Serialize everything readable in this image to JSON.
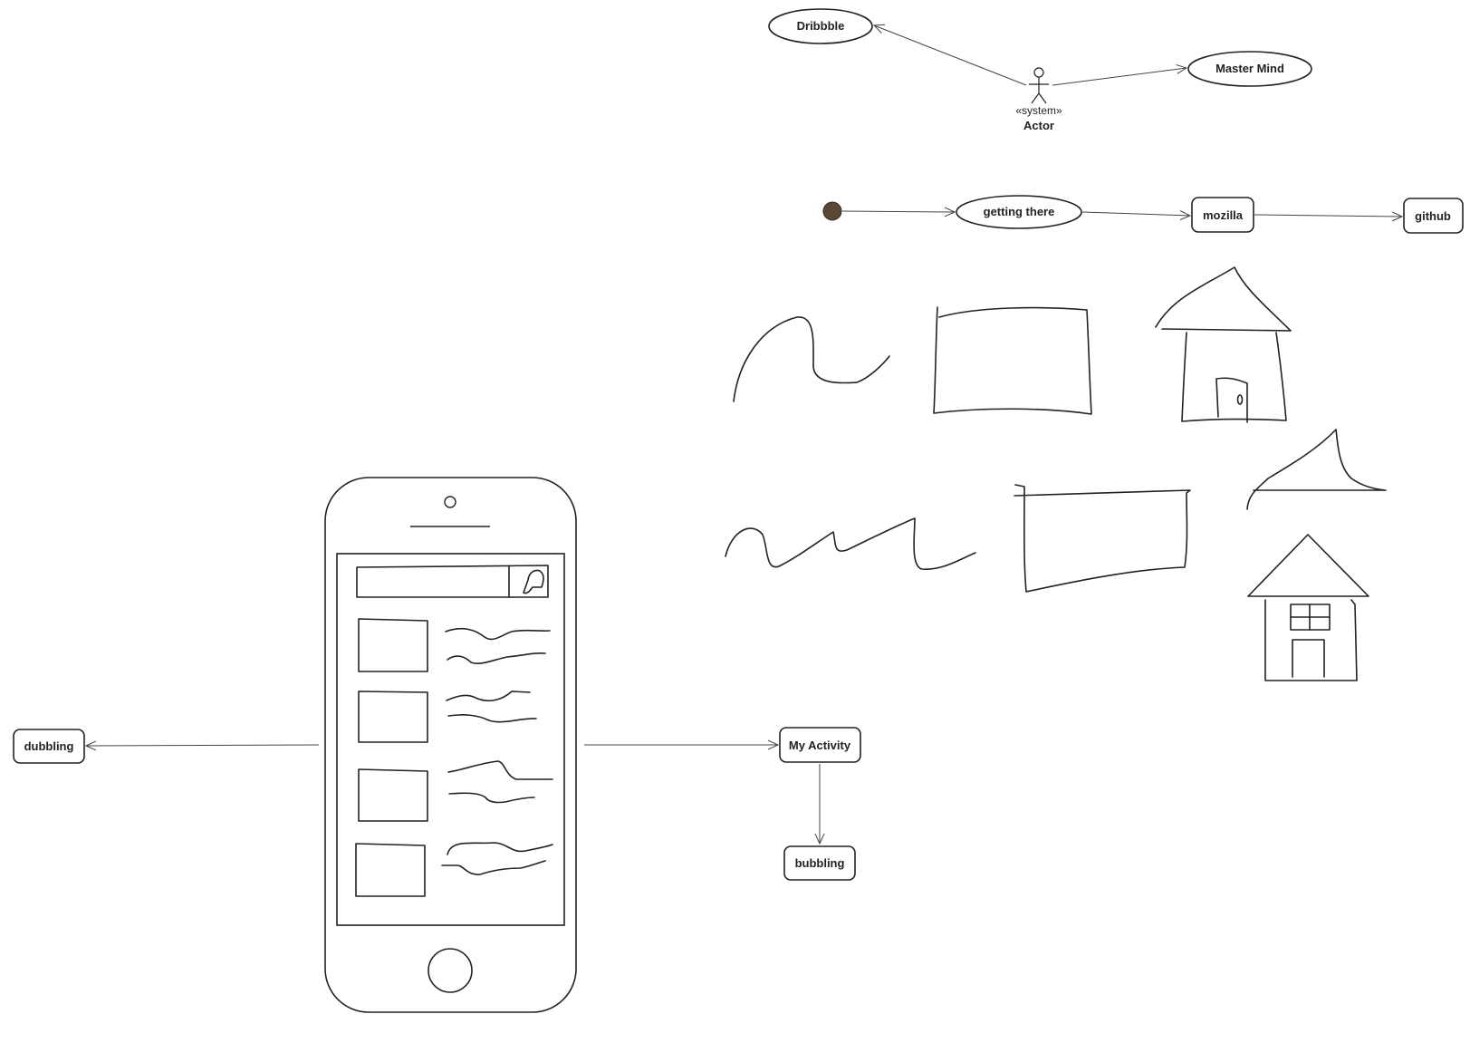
{
  "diagram": {
    "use_case": {
      "actor": {
        "stereotype": "«system»",
        "name": "Actor"
      },
      "dribbble": "Dribbble",
      "master_mind": "Master Mind"
    },
    "flow": {
      "getting_there": "getting there",
      "mozilla": "mozilla",
      "github": "github"
    },
    "mobile": {
      "dubbling": "dubbling",
      "my_activity": "My Activity",
      "bubbling": "bubbling"
    },
    "colors": {
      "stroke": "#222222",
      "edge": "#444444",
      "initial_node": "#5a4632",
      "background": "#ffffff"
    }
  }
}
